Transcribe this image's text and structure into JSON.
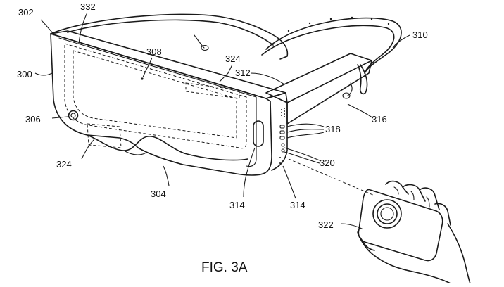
{
  "figure": {
    "caption": "FIG. 3A",
    "labels": {
      "r300": "300",
      "r302": "302",
      "r332": "332",
      "r308": "308",
      "r324_top": "324",
      "r310": "310",
      "r312": "312",
      "r306": "306",
      "r316": "316",
      "r318": "318",
      "r320": "320",
      "r324_left": "324",
      "r304": "304",
      "r314_a": "314",
      "r314_b": "314",
      "r322": "322"
    }
  }
}
